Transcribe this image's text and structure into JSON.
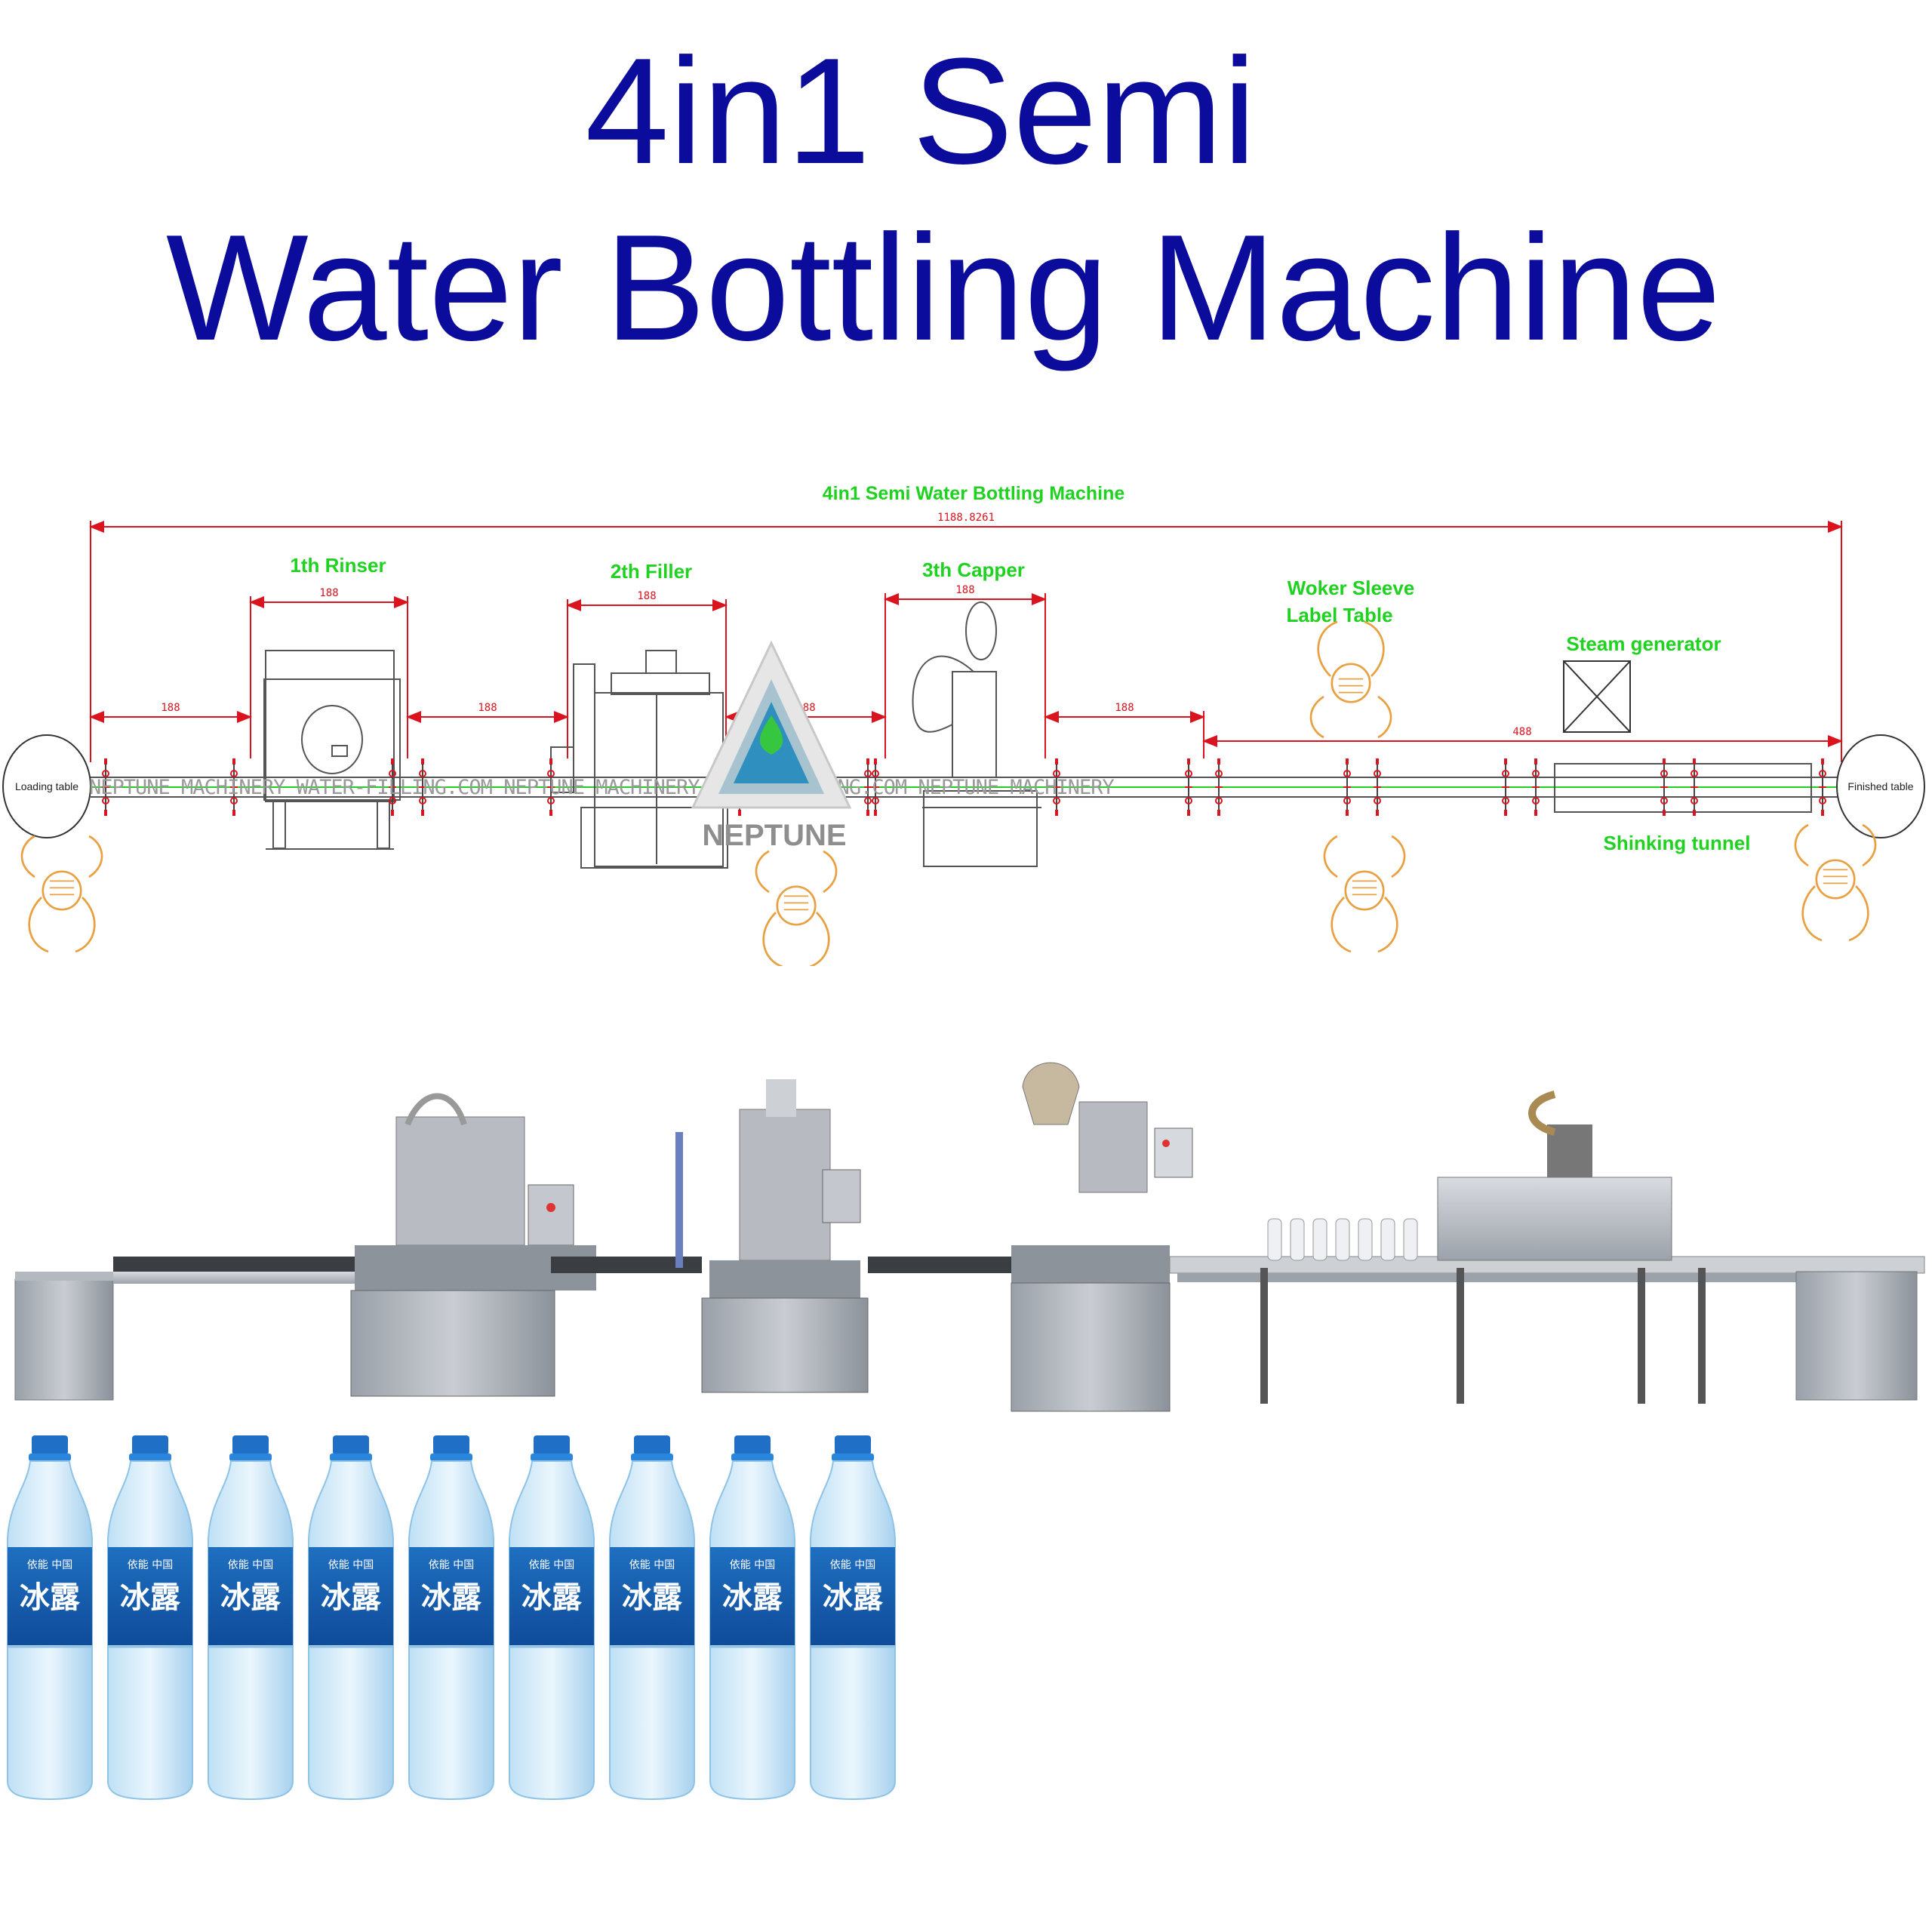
{
  "title": {
    "line1": "4in1 Semi",
    "line2": "Water Bottling Machine"
  },
  "layout": {
    "header": "4in1 Semi Water Bottling Machine",
    "total_dim": "1188.8261",
    "stations": {
      "rinser": "1th Rinser",
      "filler": "2th Filler",
      "capper": "3th Capper",
      "sleeve_line1": "Woker Sleeve",
      "sleeve_line2": "Label Table",
      "steam": "Steam generator",
      "tunnel": "Shinking tunnel"
    },
    "dims": {
      "rinser": "188",
      "filler": "188",
      "capper": "188",
      "seg1": "188",
      "seg2": "188",
      "seg3": "188",
      "seg4": "188",
      "seg5": "488"
    },
    "tables": {
      "loading": "Loading table",
      "finished": "Finished table"
    },
    "watermark": "NEPTUNE MACHINERY WATER-FILLING.COM NEPTUNE MACHINERY WATER-FILLING.COM NEPTUNE MACHINERY",
    "logo_text": "NEPTUNE",
    "colors": {
      "label_green": "#1fd21f",
      "dim_red": "#d9141e",
      "title_blue": "#0b0b9c",
      "worker_orange": "#e8a040"
    }
  },
  "bottles": {
    "count": 9,
    "brand_small": "依能 中国",
    "brand": "冰露"
  }
}
